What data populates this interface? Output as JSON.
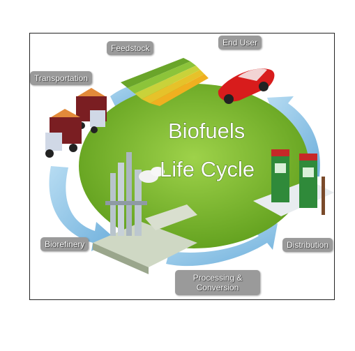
{
  "diagram": {
    "title_line1": "Biofuels",
    "title_line2": "Life Cycle",
    "stages": {
      "feedstock": "Feedstock",
      "end_user": "End User",
      "transportation": "Transportation",
      "biorefinery": "Biorefinery",
      "distribution": "Distribution",
      "processing": "Processing & Conversion"
    },
    "colors": {
      "ellipse": "#7dba2a",
      "arrows": "#8ec3e6",
      "tag_bg": "#9a9a9a",
      "car": "#d81c1c",
      "pump": "#2f8a3a"
    }
  }
}
